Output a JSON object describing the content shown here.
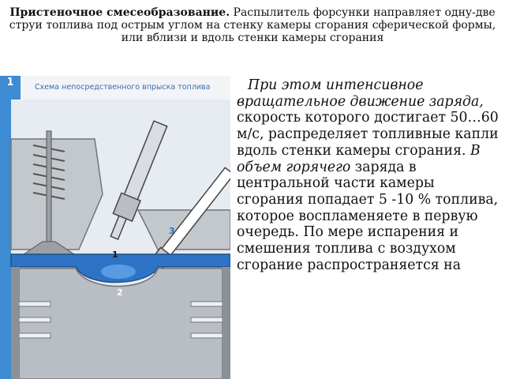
{
  "header": {
    "title": "Пристеночное смесеобразование.",
    "description": "Распылитель форсунки направляет одну-две струи топлива под острым углом на стенку камеры сгорания сферической формы, или вблизи и вдоль стенки камеры сгорания"
  },
  "figure": {
    "number": "1",
    "title": "Схема непосредственного впрыска топлива",
    "callouts": [
      "1",
      "2",
      "3"
    ]
  },
  "body": {
    "part1_italic": "При этом интенсивное вращательное движение заряда,",
    "part2": " скорость которого достигает 50…60 м/с, распределяет топливные капли вдоль стенки камеры сгорания. ",
    "part3_italic": "В объем горячего",
    "part4": " заряда в центральной части камеры сгорания попадает 5 -10 % топлива, которое воспламеняете в первую очередь. По мере испарения и смешения топлива с воздухом сгорание распространяется на"
  },
  "colors": {
    "accent_blue": "#3d8bd3",
    "chamber_blue": "#2f73c6",
    "metal_gray": "#b9bec4",
    "dark_gray": "#6f757b"
  }
}
